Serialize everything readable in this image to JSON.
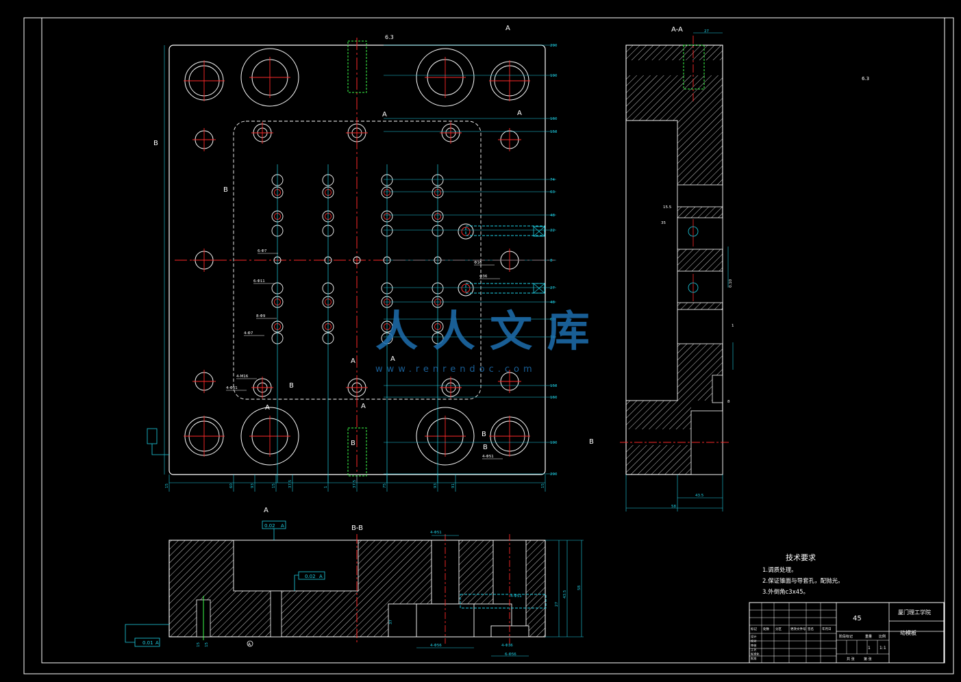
{
  "colors": {
    "background": "#000000",
    "outline": "#ffffff",
    "centerline": "#ff2a2a",
    "dimension": "#1fd1e6",
    "hidden": "#3cff4a",
    "watermark": "#1e6fb0"
  },
  "section_labels": {
    "aa_view": "A-A",
    "bb_view": "B-B",
    "cut_a": "A",
    "cut_b": "B"
  },
  "main_view": {
    "right_dims": [
      "290",
      "190",
      "160",
      "158",
      "74",
      "63",
      "48",
      "22",
      "8",
      "27",
      "48",
      "63",
      "74",
      "158",
      "160",
      "190",
      "290"
    ],
    "bottom_dims": [
      "15",
      "60",
      "93",
      "15",
      "37.5",
      "1",
      "37.5",
      "75",
      "93",
      "91",
      "15"
    ],
    "callouts": [
      "4-Φ51",
      "6-Φ7",
      "6-Φ11",
      "8-Φ9",
      "4-Φ7",
      "4-M16",
      "4-Φ51",
      "Φ36",
      "Φ16"
    ]
  },
  "aa_view": {
    "dims": [
      "27",
      "43.5",
      "58",
      "15.5",
      "35",
      "1",
      "0.10",
      "8"
    ]
  },
  "bb_view": {
    "dims": [
      "4-Φ51",
      "4-Φ51",
      "4-Φ56",
      "4-Φ36",
      "6-Φ56",
      "58",
      "43.5",
      "27",
      "37",
      "15",
      "15"
    ],
    "tolerance_flat": "0.02",
    "tolerance_parallel1": "0.02",
    "tolerance_parallel2": "0.01",
    "datum": "A"
  },
  "tech_requirements": {
    "title": "技术要求",
    "items": [
      "1.调质处理。",
      "2.保证锥面与导套孔，配抛光。",
      "3.外倒角c3x45。"
    ]
  },
  "title_block": {
    "material": "45",
    "school": "厦门理工学院",
    "part_name": "动模板",
    "scale": "1:1",
    "quantity": "1",
    "headers": [
      "标记",
      "处数",
      "分区",
      "更改文件号",
      "签名",
      "年月日"
    ],
    "rows": [
      "设计",
      "校对",
      "审核",
      "工艺",
      "标准化",
      "批准"
    ],
    "stage_cells": [
      "阶段标记",
      "重量",
      "比例"
    ],
    "footer": [
      "共 张",
      "第 张"
    ]
  },
  "watermark": {
    "text": "人 人 文 库",
    "url": "www.renrendoc.com"
  },
  "roughness_note": "6.3"
}
